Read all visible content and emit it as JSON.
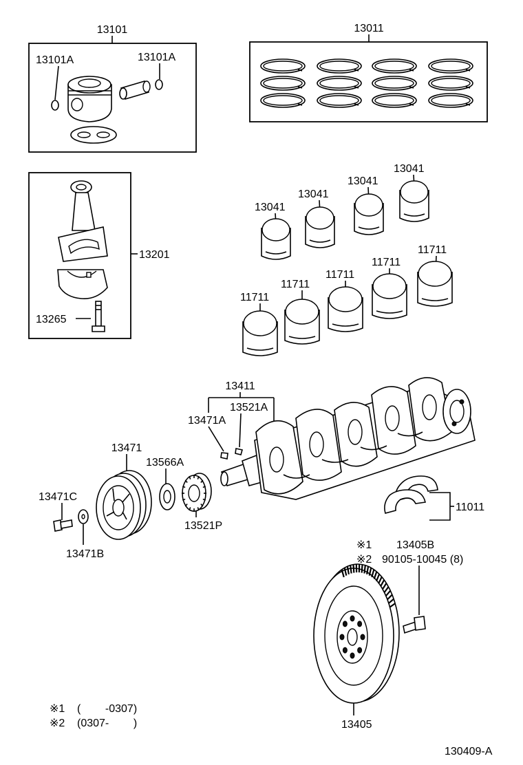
{
  "labels": {
    "piston_set": "13101",
    "snap_ring_left": "13101A",
    "snap_ring_right": "13101A",
    "ring_set": "13011",
    "con_rod": "13201",
    "con_rod_bolt": "13265",
    "rod_bearing_1": "13041",
    "rod_bearing_2": "13041",
    "rod_bearing_3": "13041",
    "rod_bearing_4": "13041",
    "main_bearing_1": "11711",
    "main_bearing_2": "11711",
    "main_bearing_3": "11711",
    "main_bearing_4": "11711",
    "main_bearing_5": "11711",
    "crankshaft": "13411",
    "crank_key": "13521A",
    "pulley_key": "13471A",
    "pulley": "13471",
    "pulley_bolt": "13471C",
    "pulley_washer": "13471B",
    "sensor_plate": "13566A",
    "timing_gear": "13521P",
    "thrust_washer": "11011",
    "flywheel_bolt_mark1": "※1",
    "flywheel_bolt_mark2": "※2",
    "flywheel_bolt_1": "13405B",
    "flywheel_bolt_2": "90105-10045 (8)",
    "flywheel": "13405",
    "diagram_code": "130409-A"
  },
  "footnotes": {
    "note1_mark": "※1",
    "note1_range": "(        -0307)",
    "note2_mark": "※2",
    "note2_range": "(0307-        )"
  }
}
